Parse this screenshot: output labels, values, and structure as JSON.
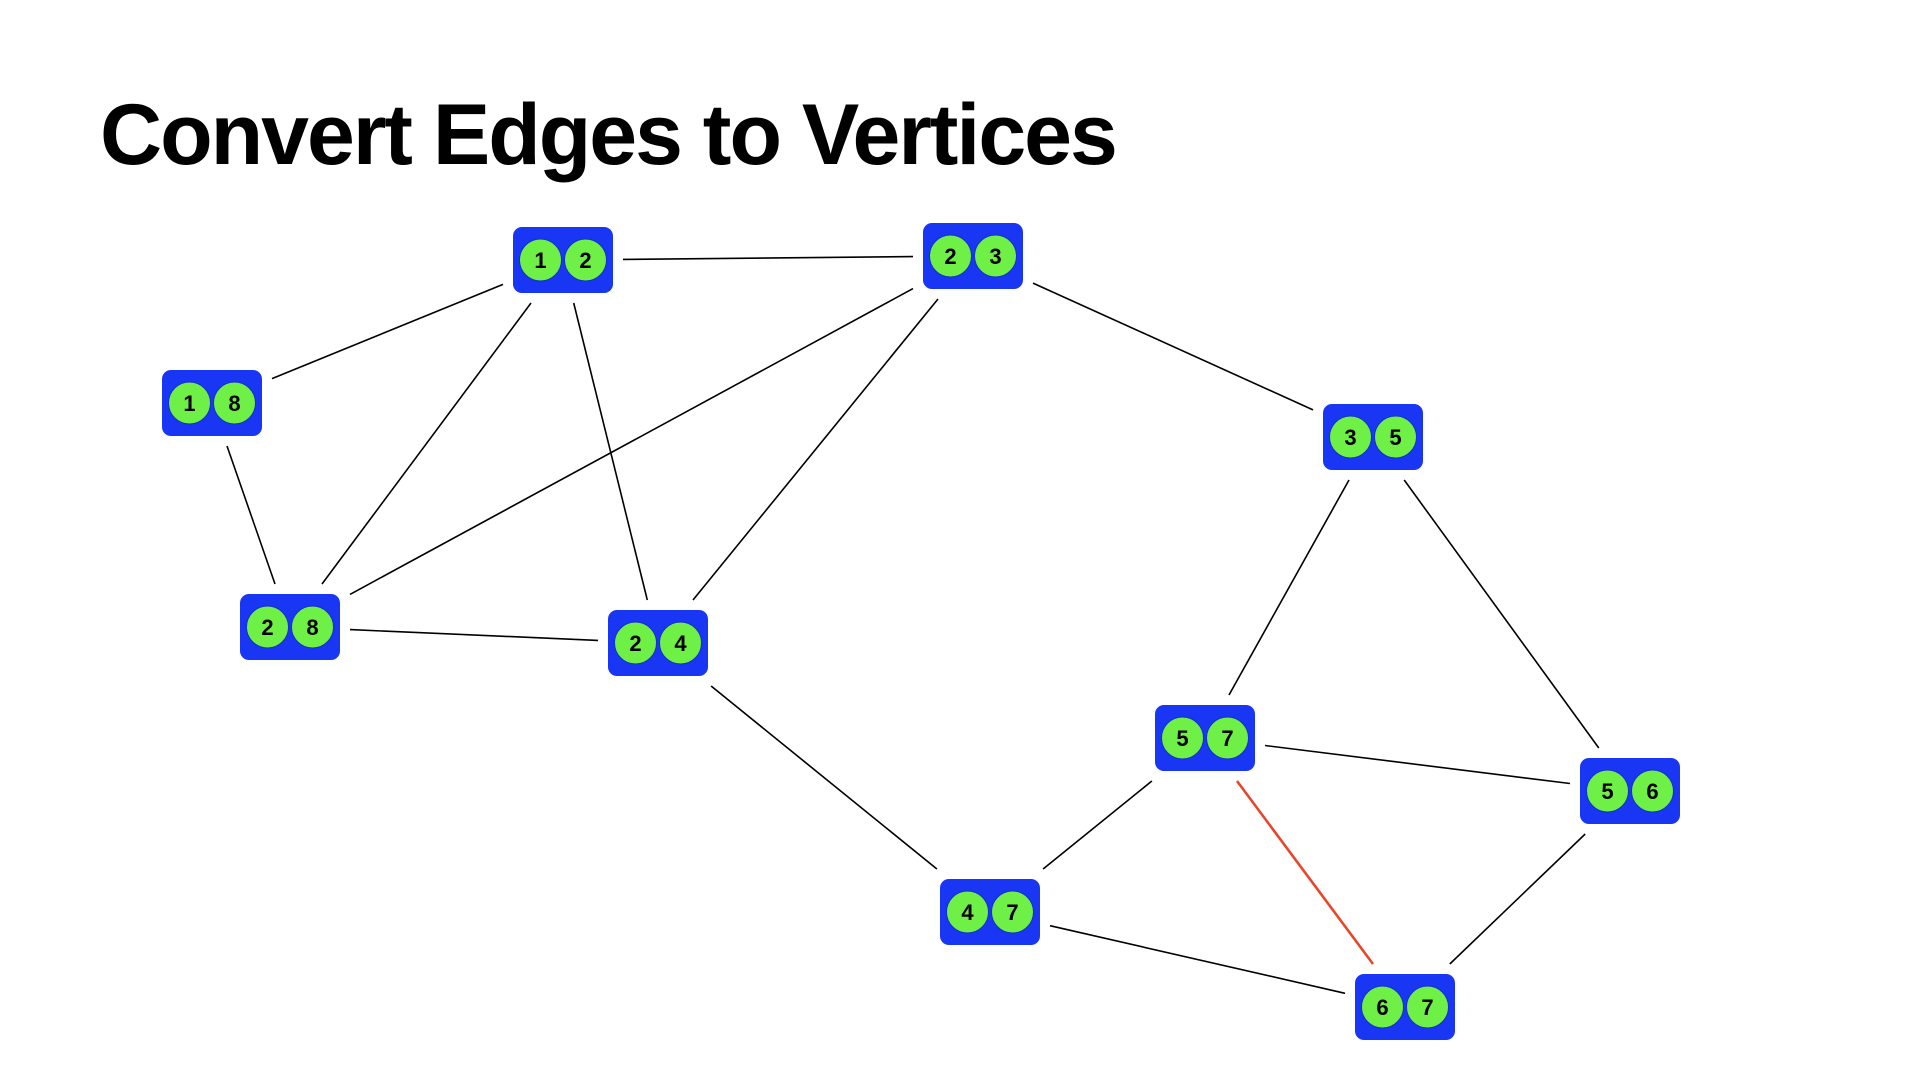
{
  "slide": {
    "title": "Convert Edges to Vertices"
  },
  "colors": {
    "node_fill": "#1a36f5",
    "circle_fill": "#6ef047",
    "edge": "#000000",
    "highlight_edge": "#e8462b",
    "label": "#000000"
  },
  "graph": {
    "nodes": [
      {
        "id": "12",
        "labels": [
          "1",
          "2"
        ]
      },
      {
        "id": "23",
        "labels": [
          "2",
          "3"
        ]
      },
      {
        "id": "18",
        "labels": [
          "1",
          "8"
        ]
      },
      {
        "id": "35",
        "labels": [
          "3",
          "5"
        ]
      },
      {
        "id": "28",
        "labels": [
          "2",
          "8"
        ]
      },
      {
        "id": "24",
        "labels": [
          "2",
          "4"
        ]
      },
      {
        "id": "57",
        "labels": [
          "5",
          "7"
        ]
      },
      {
        "id": "56",
        "labels": [
          "5",
          "6"
        ]
      },
      {
        "id": "47",
        "labels": [
          "4",
          "7"
        ]
      },
      {
        "id": "67",
        "labels": [
          "6",
          "7"
        ]
      }
    ],
    "edges": [
      {
        "from": "12",
        "to": "23",
        "highlight": false
      },
      {
        "from": "12",
        "to": "18",
        "highlight": false
      },
      {
        "from": "12",
        "to": "28",
        "highlight": false
      },
      {
        "from": "12",
        "to": "24",
        "highlight": false
      },
      {
        "from": "18",
        "to": "28",
        "highlight": false
      },
      {
        "from": "28",
        "to": "23",
        "highlight": false
      },
      {
        "from": "28",
        "to": "24",
        "highlight": false
      },
      {
        "from": "23",
        "to": "24",
        "highlight": false
      },
      {
        "from": "23",
        "to": "35",
        "highlight": false
      },
      {
        "from": "35",
        "to": "57",
        "highlight": false
      },
      {
        "from": "35",
        "to": "56",
        "highlight": false
      },
      {
        "from": "24",
        "to": "47",
        "highlight": false
      },
      {
        "from": "57",
        "to": "56",
        "highlight": false
      },
      {
        "from": "57",
        "to": "47",
        "highlight": false
      },
      {
        "from": "57",
        "to": "67",
        "highlight": true
      },
      {
        "from": "47",
        "to": "67",
        "highlight": false
      },
      {
        "from": "56",
        "to": "67",
        "highlight": false
      }
    ]
  }
}
